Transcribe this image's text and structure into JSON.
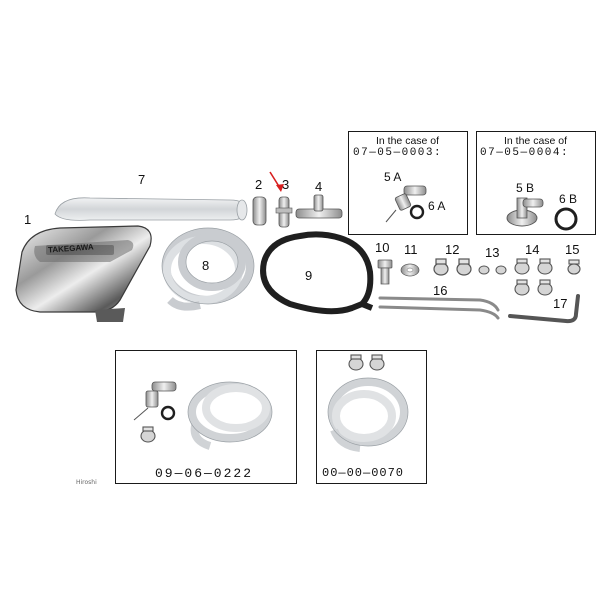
{
  "labels": {
    "p1": "1",
    "p2": "2",
    "p3": "3",
    "p4": "4",
    "p5a": "5 A",
    "p5b": "5 B",
    "p6a": "6 A",
    "p6b": "6 B",
    "p7": "7",
    "p8": "8",
    "p9": "9",
    "p10": "10",
    "p11": "11",
    "p12": "12",
    "p13": "13",
    "p14": "14",
    "p15": "15",
    "p16": "16",
    "p17": "17"
  },
  "case_boxes": [
    {
      "heading": "In the case of",
      "code": "07—05—0003:"
    },
    {
      "heading": "In the case of",
      "code": "07—05—0004:"
    }
  ],
  "kit_boxes": [
    {
      "code": "09—06—0222"
    },
    {
      "code": "00—00—0070"
    }
  ],
  "watermark": "Hiroshi",
  "cover_logo_text": "TAKEGAWA",
  "colors": {
    "border": "#1a1a1a",
    "arrow": "#d81e1e",
    "chrome_dark": "#3a3a3a",
    "hose_black": "#1f1f1f",
    "clear_hose": "#d7dadc"
  }
}
